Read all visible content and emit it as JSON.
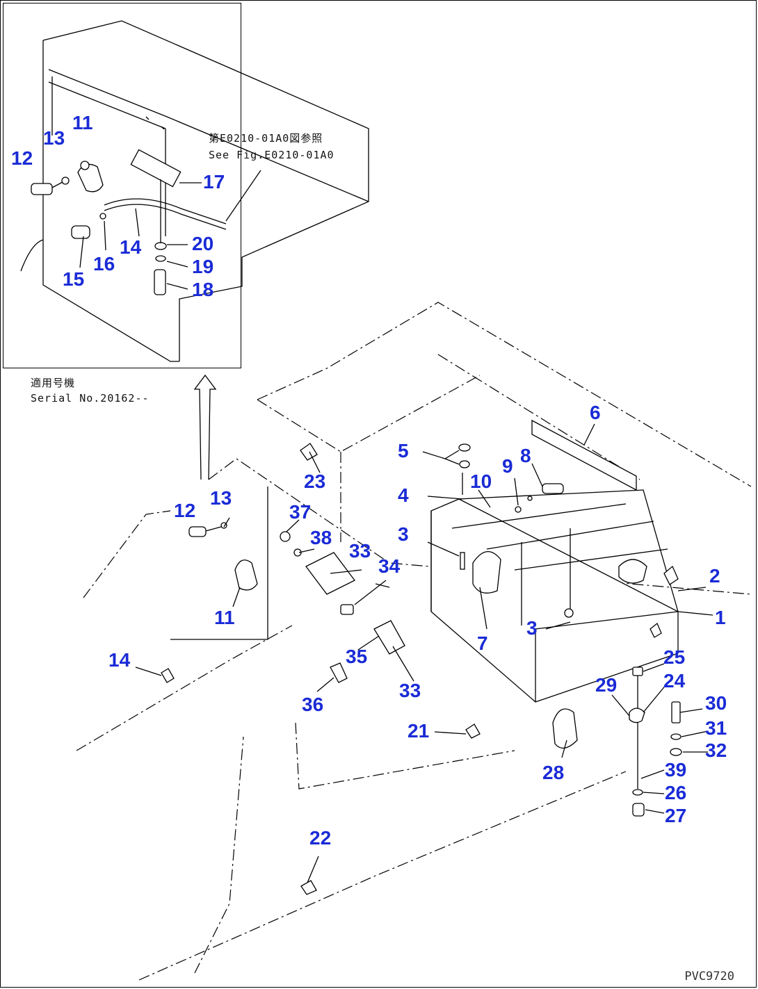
{
  "inset": {
    "note_ref_jp": "第E0210-01A0図参照",
    "note_ref_en": "See Fig.E0210-01A0",
    "serial_jp": "適用号機",
    "serial_en": "Serial No.20162--"
  },
  "callouts": [
    {
      "id": "c-inset-11",
      "label": "11"
    },
    {
      "id": "c-inset-12",
      "label": "12"
    },
    {
      "id": "c-inset-13",
      "label": "13"
    },
    {
      "id": "c-inset-14",
      "label": "14"
    },
    {
      "id": "c-inset-15",
      "label": "15"
    },
    {
      "id": "c-inset-16",
      "label": "16"
    },
    {
      "id": "c-inset-17",
      "label": "17"
    },
    {
      "id": "c-inset-18",
      "label": "18"
    },
    {
      "id": "c-inset-19",
      "label": "19"
    },
    {
      "id": "c-inset-20",
      "label": "20"
    },
    {
      "id": "c-1",
      "label": "1"
    },
    {
      "id": "c-2",
      "label": "2"
    },
    {
      "id": "c-3a",
      "label": "3"
    },
    {
      "id": "c-3b",
      "label": "3"
    },
    {
      "id": "c-4",
      "label": "4"
    },
    {
      "id": "c-5",
      "label": "5"
    },
    {
      "id": "c-6",
      "label": "6"
    },
    {
      "id": "c-7",
      "label": "7"
    },
    {
      "id": "c-8",
      "label": "8"
    },
    {
      "id": "c-9",
      "label": "9"
    },
    {
      "id": "c-10",
      "label": "10"
    },
    {
      "id": "c-11",
      "label": "11"
    },
    {
      "id": "c-12",
      "label": "12"
    },
    {
      "id": "c-13",
      "label": "13"
    },
    {
      "id": "c-14",
      "label": "14"
    },
    {
      "id": "c-21",
      "label": "21"
    },
    {
      "id": "c-22",
      "label": "22"
    },
    {
      "id": "c-23",
      "label": "23"
    },
    {
      "id": "c-24",
      "label": "24"
    },
    {
      "id": "c-25",
      "label": "25"
    },
    {
      "id": "c-26",
      "label": "26"
    },
    {
      "id": "c-27",
      "label": "27"
    },
    {
      "id": "c-28",
      "label": "28"
    },
    {
      "id": "c-29",
      "label": "29"
    },
    {
      "id": "c-30",
      "label": "30"
    },
    {
      "id": "c-31",
      "label": "31"
    },
    {
      "id": "c-32",
      "label": "32"
    },
    {
      "id": "c-33a",
      "label": "33"
    },
    {
      "id": "c-33b",
      "label": "33"
    },
    {
      "id": "c-34",
      "label": "34"
    },
    {
      "id": "c-35",
      "label": "35"
    },
    {
      "id": "c-36",
      "label": "36"
    },
    {
      "id": "c-37",
      "label": "37"
    },
    {
      "id": "c-38",
      "label": "38"
    },
    {
      "id": "c-39",
      "label": "39"
    }
  ],
  "figure_id": "PVC9720",
  "colors": {
    "callout": "#1a2bd6",
    "line": "#000000"
  }
}
